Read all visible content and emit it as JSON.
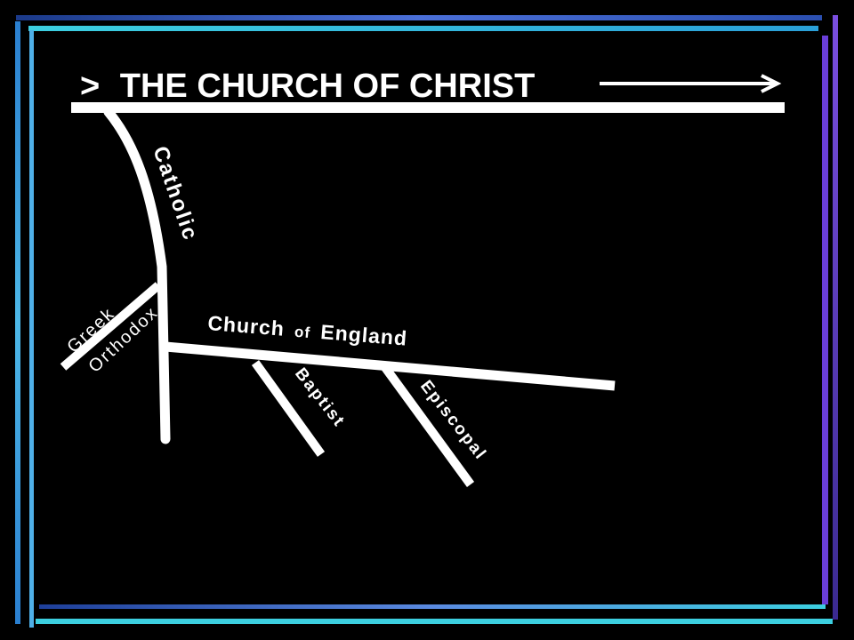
{
  "title": {
    "prefix": ">",
    "text": "THE CHURCH OF CHRIST"
  },
  "branches": {
    "catholic": "Catholic",
    "greek": "Greek",
    "orthodox": "Orthodox",
    "church_of_england": {
      "word1": "Church",
      "word2": "of",
      "word3": "England"
    },
    "baptist": "Baptist",
    "episcopal": "Episcopal"
  },
  "colors": {
    "background": "#000000",
    "lines": "#ffffff",
    "frame_light_blue": "#4db8e8",
    "frame_cyan": "#3ccfe0",
    "frame_purple": "#7a4ee0",
    "frame_indigo": "#4a5ac8"
  }
}
